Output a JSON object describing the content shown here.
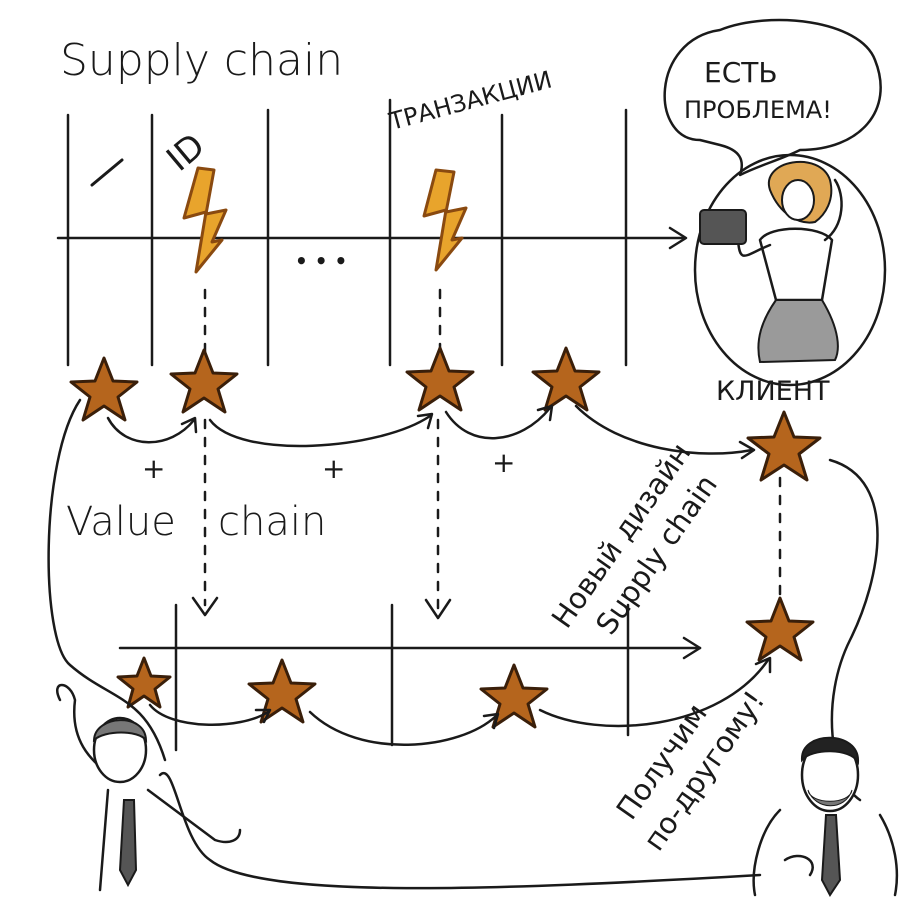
{
  "title": "Supply chain",
  "labels": {
    "id": "ID",
    "transactions": "ТРАНЗАКЦИИ",
    "ellipsis": "• • •",
    "plus": "+",
    "value_chain_1": "Value",
    "value_chain_2": "chain",
    "client": "КЛИЕНТ",
    "redesign_line1": "Новый дизайн",
    "redesign_line2": "Supply chain",
    "differently_line1": "Получим",
    "differently_line2": "по-другому!",
    "speech_line1": "ЕСТЬ",
    "speech_line2": "ПРОБЛЕМА!"
  },
  "colors": {
    "ink": "#1a1a1a",
    "star": "#b5651d",
    "bolt": "#e8a42c",
    "skirt": "#9a9a9a",
    "hair": "#e0a855"
  }
}
